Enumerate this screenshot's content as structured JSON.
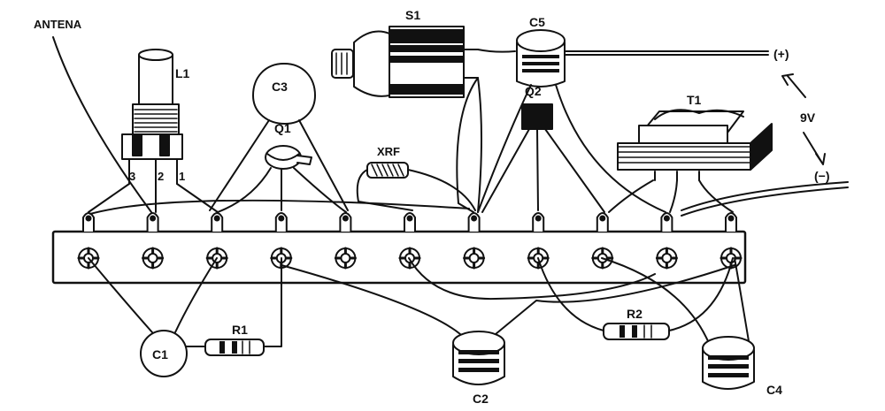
{
  "diagram": {
    "labels": {
      "antenna": "ANTENA",
      "l1": "L1",
      "c3": "C3",
      "q1": "Q1",
      "xrf": "XRF",
      "s1": "S1",
      "c5": "C5",
      "q2": "Q2",
      "t1": "T1",
      "plus": "(+)",
      "voltage": "9V",
      "minus": "(−)",
      "c1": "C1",
      "r1": "R1",
      "c2": "C2",
      "r2": "R2",
      "c4": "C4",
      "pin3": "3",
      "pin2": "2",
      "pin1": "1"
    },
    "terminal_strip": {
      "terminal_count": 11
    }
  }
}
